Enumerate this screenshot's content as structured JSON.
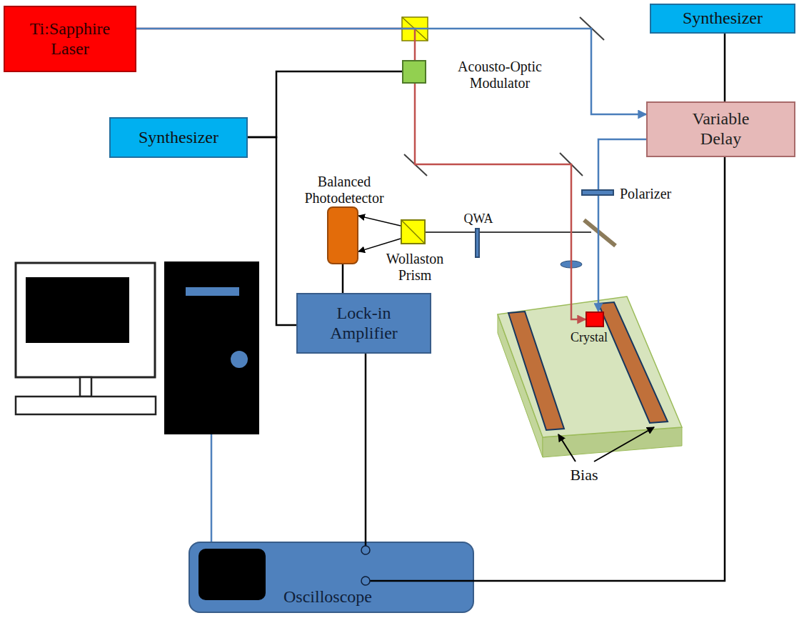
{
  "diagram": {
    "nodes": [
      {
        "text": [
          "Ti:Sapphire Laser"
        ]
      },
      {
        "text": [
          "Synthesizer"
        ]
      },
      {
        "text": [
          "Acousto-Optic Modulator"
        ]
      },
      {
        "text": [
          "Variable Delay"
        ]
      },
      {
        "text": [
          "Synthesizer"
        ]
      },
      {
        "text": [
          "Balanced Photodetector"
        ]
      },
      {
        "text": [
          "Polarizer"
        ]
      },
      {
        "text": [
          "QWA"
        ]
      },
      {
        "text": [
          "Wollaston Prism"
        ]
      },
      {
        "text": [
          "Lock-in Amplifier"
        ]
      },
      {
        "text": [
          "Crystal"
        ]
      },
      {
        "text": [
          "Oscilloscope"
        ]
      }
    ],
    "edges": [
      {
        "from": 0,
        "to": 2,
        "arrow": "none"
      },
      {
        "from": 0,
        "to": 3,
        "arrow": "to"
      },
      {
        "from": 3,
        "to": 6,
        "arrow": "none"
      },
      {
        "from": 6,
        "to": 10,
        "arrow": "to"
      },
      {
        "from": 2,
        "to": 10,
        "arrow": "to"
      },
      {
        "from": 4,
        "to": 2,
        "arrow": "none"
      },
      {
        "from": 4,
        "to": 9,
        "arrow": "none"
      },
      {
        "from": 1,
        "to": 3,
        "arrow": "none"
      },
      {
        "from": 3,
        "to": 11,
        "arrow": "none"
      },
      {
        "from": 7,
        "to": 8,
        "arrow": "none"
      },
      {
        "from": 8,
        "to": 5,
        "arrow": "to"
      },
      {
        "from": 8,
        "to": 5,
        "arrow": "to"
      },
      {
        "from": 5,
        "to": 9,
        "arrow": "none"
      },
      {
        "from": 9,
        "to": 11,
        "arrow": "none"
      }
    ],
    "labels": [
      "Bias"
    ]
  }
}
